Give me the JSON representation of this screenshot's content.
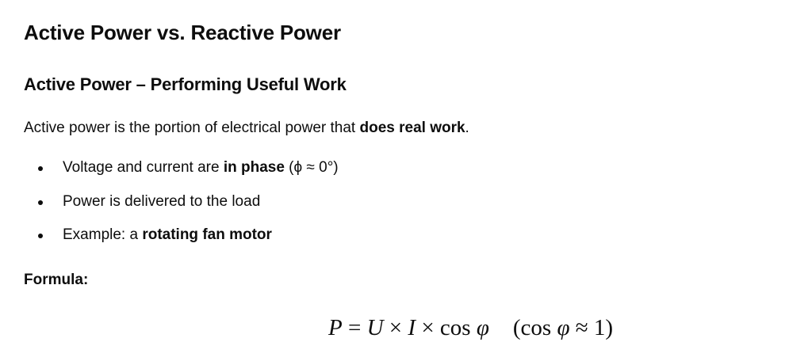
{
  "title": "Active Power vs. Reactive Power",
  "section": {
    "heading": "Active Power – Performing Useful Work",
    "intro": {
      "pre": "Active power is the portion of electrical power that ",
      "bold": "does real work",
      "post": "."
    },
    "bullets": [
      {
        "pre": "Voltage and current are ",
        "bold": "in phase",
        "post": " (ϕ ≈ 0°)"
      },
      {
        "pre": "Power is delivered to the load",
        "bold": "",
        "post": ""
      },
      {
        "pre": "Example: a ",
        "bold": "rotating fan motor",
        "post": ""
      }
    ],
    "formula_label": "Formula:",
    "formula": {
      "P": "P",
      "eq": " = ",
      "U": "U",
      "times1": " × ",
      "I": "I",
      "times2": " × ",
      "cos": "cos ",
      "phi": "φ",
      "cond_open": "(cos ",
      "cond_phi": "φ",
      "cond_rest": " ≈ 1)"
    }
  }
}
